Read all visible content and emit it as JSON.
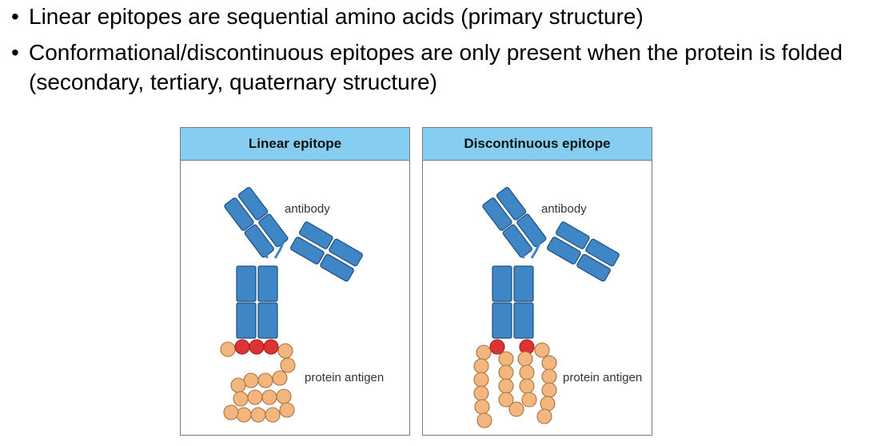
{
  "bullets": [
    "Linear epitopes are sequential amino acids (primary structure)",
    "Conformational/discontinuous epitopes are only present when the protein is folded (secondary, tertiary, quaternary structure)"
  ],
  "bullet_marker": "•",
  "figure": {
    "panels": [
      {
        "title": "Linear epitope",
        "antibody_label": "antibody",
        "antigen_label": "protein antigen"
      },
      {
        "title": "Discontinuous epitope",
        "antibody_label": "antibody",
        "antigen_label": "protein antigen"
      }
    ],
    "colors": {
      "header_bg": "#86cef1",
      "antibody": "#3e86c6",
      "antigen_bead": "#f2b67e",
      "epitope_bead": "#dd3333"
    }
  }
}
